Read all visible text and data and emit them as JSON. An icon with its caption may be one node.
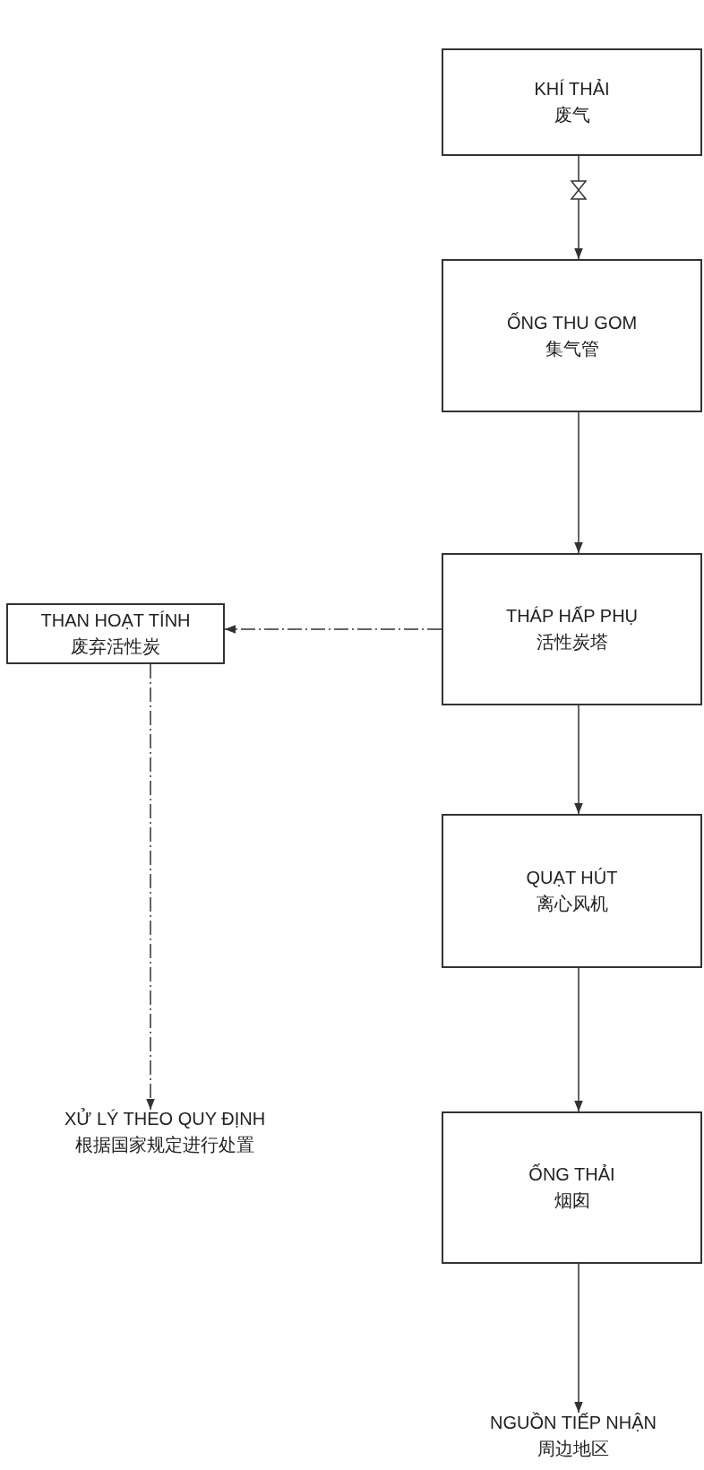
{
  "diagram": {
    "nodes": [
      {
        "text": [
          "KHÍ THẢI",
          "废气"
        ]
      },
      {
        "text": [
          "ỐNG  THU GOM",
          "集气管"
        ]
      },
      {
        "text": [
          "THÁP HẤP PHỤ",
          "活性炭塔"
        ]
      },
      {
        "text": [
          "THAN HOẠT TÍNH",
          "废弃活性炭"
        ]
      },
      {
        "text": [
          "XỬ LÝ THEO QUY ĐỊNH",
          "根据国家规定进行处置"
        ]
      },
      {
        "text": [
          "QUẠT HÚT",
          "离心风机"
        ]
      },
      {
        "text": [
          "ỐNG THẢI",
          "烟囱"
        ]
      },
      {
        "text": [
          "NGUỒN TIẾP NHẬN",
          "周边地区"
        ]
      }
    ],
    "edges": [
      {
        "from": 0,
        "to": 1,
        "arrow": "to"
      },
      {
        "from": 1,
        "to": 2,
        "arrow": "to"
      },
      {
        "from": 2,
        "to": 3,
        "arrow": "to",
        "style": "dashed"
      },
      {
        "from": 3,
        "to": 4,
        "arrow": "to",
        "style": "dashed"
      },
      {
        "from": 2,
        "to": 5,
        "arrow": "to"
      },
      {
        "from": 5,
        "to": 6,
        "arrow": "to"
      },
      {
        "from": 6,
        "to": 7,
        "arrow": "to"
      }
    ]
  }
}
